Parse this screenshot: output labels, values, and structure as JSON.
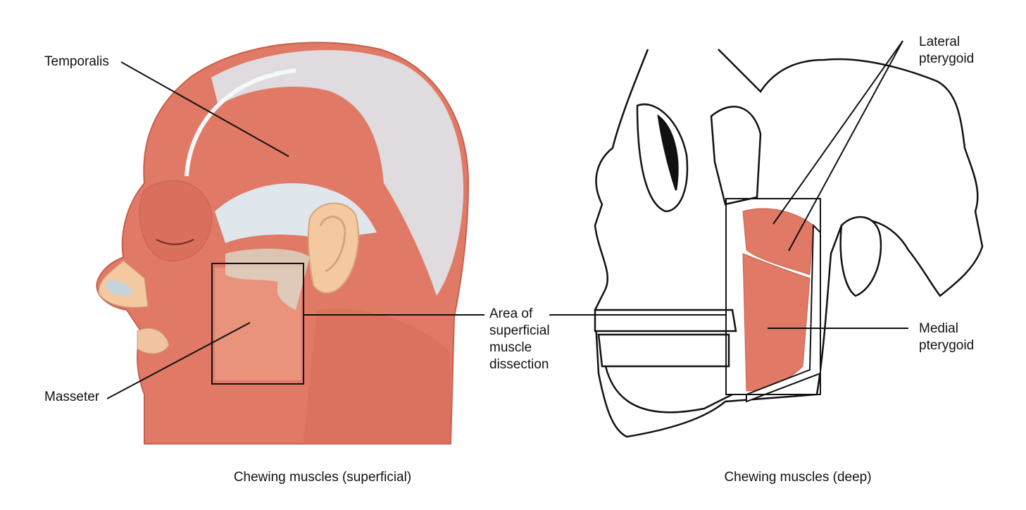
{
  "labels": {
    "temporalis": "Temporalis",
    "masseter": "Masseter",
    "area_line1": "Area of",
    "area_line2": "superficial",
    "area_line3": "muscle",
    "area_line4": "dissection",
    "lateral_line1": "Lateral",
    "lateral_line2": "pterygoid",
    "medial_line1": "Medial",
    "medial_line2": "pterygoid"
  },
  "captions": {
    "left": "Chewing muscles (superficial)",
    "right": "Chewing muscles (deep)"
  },
  "colors": {
    "muscle": "#e07a66",
    "muscle_dark": "#c95f4b",
    "tendon": "#dfe6ec",
    "skin": "#f4c9a0",
    "line": "#111111"
  }
}
